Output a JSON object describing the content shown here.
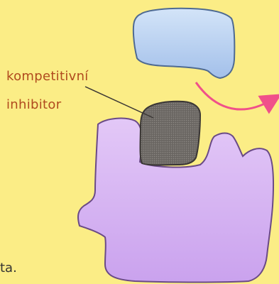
{
  "labels": {
    "line1": "kompetitivní",
    "line2": "inhibitor",
    "cut_text": "ta."
  },
  "colors": {
    "background": "#fbed86",
    "enzyme": "#d5b2f3",
    "substrate": "#b6d0f1",
    "inhibitor": "#6e6a66",
    "arrow": "#f0508a",
    "label": "#b04a1e"
  }
}
